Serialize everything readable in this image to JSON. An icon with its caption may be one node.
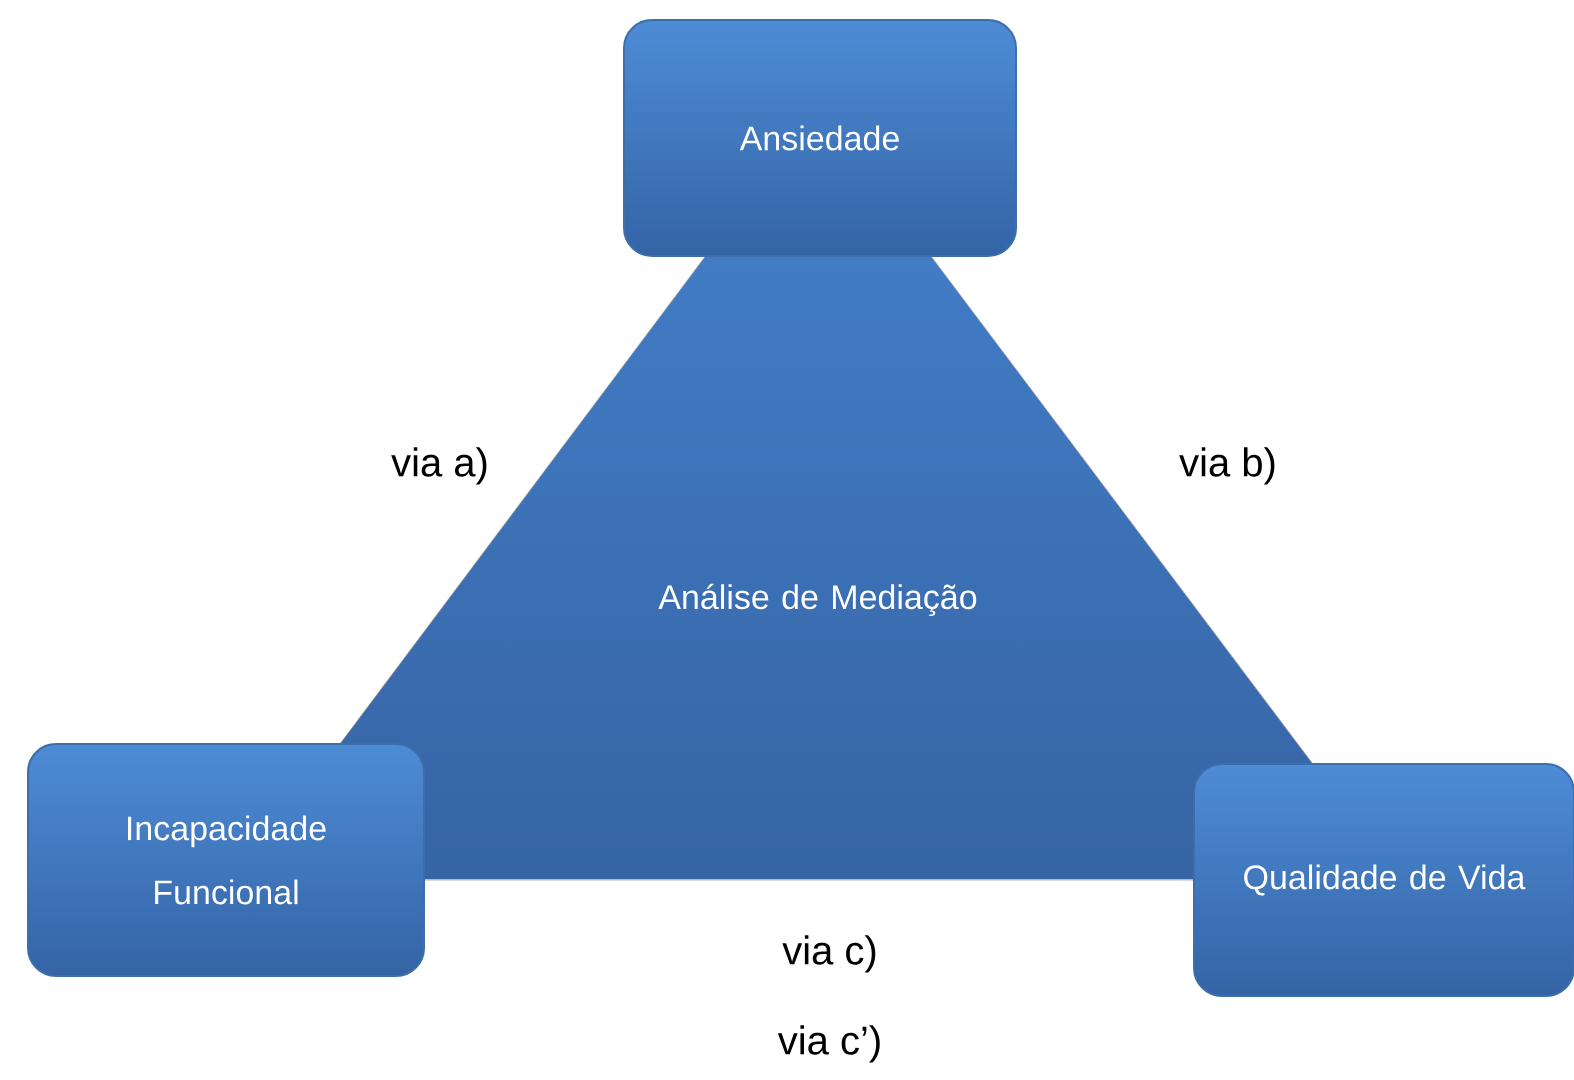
{
  "diagram": {
    "nodes": [
      {
        "text": [
          "Ansiedade"
        ]
      },
      {
        "text": [
          "Análise de Mediação"
        ]
      },
      {
        "text": [
          "Incapacidade Funcional"
        ]
      },
      {
        "text": [
          "Qualidade de Vida"
        ]
      }
    ],
    "labels": [
      "via a)",
      "via b)",
      "via c)",
      "via c’)"
    ]
  }
}
